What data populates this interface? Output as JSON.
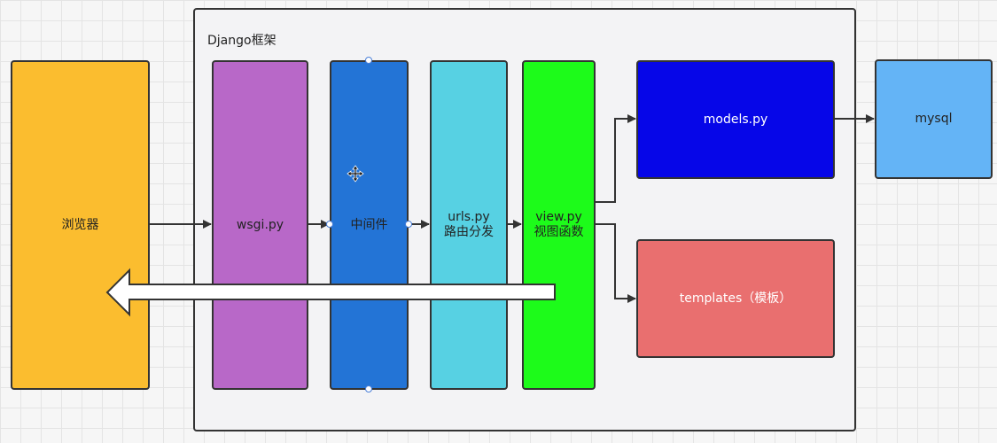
{
  "frame": {
    "title": "Django框架"
  },
  "nodes": {
    "browser": {
      "label": "浏览器"
    },
    "wsgi": {
      "label": "wsgi.py"
    },
    "middleware": {
      "label": "中间件"
    },
    "urls": {
      "label": "urls.py",
      "sublabel": "路由分发"
    },
    "view": {
      "label": "view.py",
      "sublabel": "视图函数"
    },
    "models": {
      "label": "models.py"
    },
    "templates": {
      "label": "templates（模板）"
    },
    "mysql": {
      "label": "mysql"
    }
  },
  "colors": {
    "browser": "#fbbd2f",
    "wsgi": "#b868c8",
    "middleware": "#2374d6",
    "urls": "#57d1e3",
    "view": "#1dfb1a",
    "models": "#0606e8",
    "templates": "#e96f6f",
    "mysql": "#64b4f6"
  },
  "icons": {
    "selection_cursor": "move-cursor-icon"
  }
}
